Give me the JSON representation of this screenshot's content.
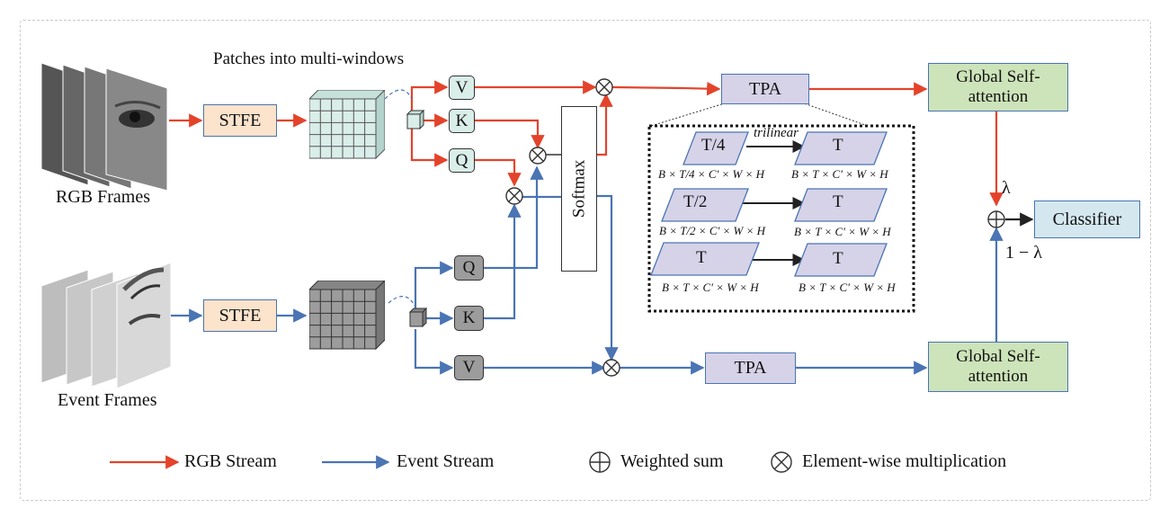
{
  "labels": {
    "patches": "Patches into multi-windows",
    "rgb_frames": "RGB Frames",
    "event_frames": "Event Frames",
    "stfe_rgb": "STFE",
    "stfe_event": "STFE",
    "rgb_v": "V",
    "rgb_k": "K",
    "rgb_q": "Q",
    "ev_q": "Q",
    "ev_k": "K",
    "ev_v": "V",
    "softmax": "Softmax",
    "tpa_rgb": "TPA",
    "tpa_event": "TPA",
    "gsa_rgb": "Global Self-attention",
    "gsa_event": "Global Self-attention",
    "classifier": "Classifier",
    "lambda": "λ",
    "one_minus_lambda": "1 − λ"
  },
  "tpa_detail": {
    "trilinear": "trilinear",
    "rows": [
      {
        "src": "T/4",
        "dst": "T",
        "src_dim": "B × T/4 × C' × W × H",
        "dst_dim": "B × T × C' × W × H"
      },
      {
        "src": "T/2",
        "dst": "T",
        "src_dim": "B × T/2 × C' × W × H",
        "dst_dim": "B × T × C' × W × H"
      },
      {
        "src": "T",
        "dst": "T",
        "src_dim": "B × T × C' × W × H",
        "dst_dim": "B × T × C' × W × H"
      }
    ]
  },
  "legend": {
    "rgb_stream": "RGB Stream",
    "event_stream": "Event Stream",
    "weighted_sum": "Weighted sum",
    "elementwise": "Element-wise multiplication"
  },
  "colors": {
    "rgb": "#e4432b",
    "event": "#4a74b3",
    "stfe": "#fbe3cc",
    "tpa": "#d6d3e8",
    "gsa": "#cde3b9",
    "classifier": "#d4e7ef",
    "rgb_grid": "#d9ede9",
    "event_grid": "#9c9c9c"
  }
}
